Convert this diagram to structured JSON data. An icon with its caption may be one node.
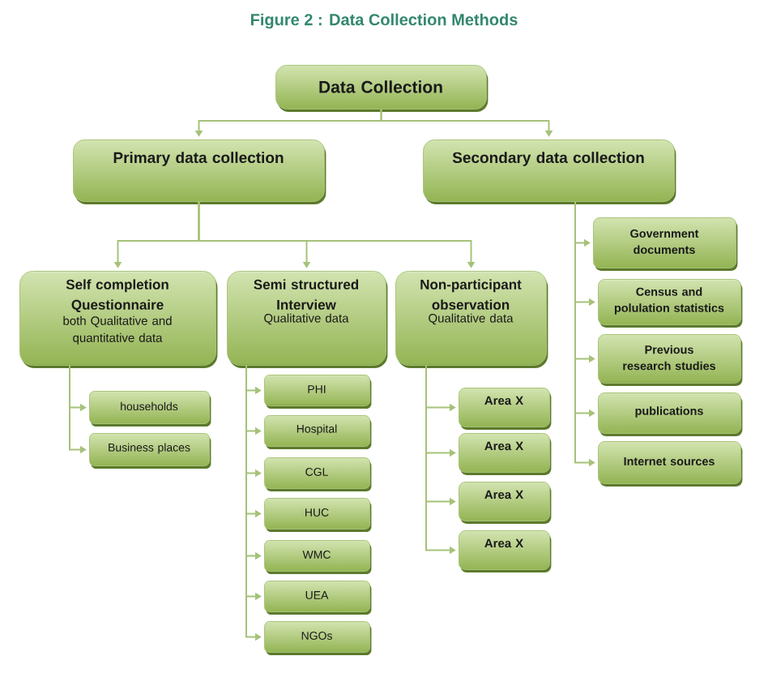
{
  "diagram": {
    "title": "Figure 2 : Data Collection Methods",
    "nodes": [
      {
        "text": [
          "Data Collection"
        ]
      },
      {
        "text": [
          "Primary data collection"
        ]
      },
      {
        "text": [
          "Secondary data collection"
        ]
      },
      {
        "text": [
          "Self completion Questionnaire",
          "both Qualitative and quantitative data"
        ]
      },
      {
        "text": [
          "Semi structured Interview",
          "Qualitative data"
        ]
      },
      {
        "text": [
          "Non-participant observation",
          "Qualitative data"
        ]
      },
      {
        "text": [
          "Government documents"
        ]
      },
      {
        "text": [
          "Census and polulation statistics"
        ]
      },
      {
        "text": [
          "Previous research studies"
        ]
      },
      {
        "text": [
          "publications"
        ]
      },
      {
        "text": [
          "Internet sources"
        ]
      },
      {
        "text": [
          "households"
        ]
      },
      {
        "text": [
          "Business places"
        ]
      },
      {
        "text": [
          "PHI"
        ]
      },
      {
        "text": [
          "Hospital"
        ]
      },
      {
        "text": [
          "CGL"
        ]
      },
      {
        "text": [
          "HUC"
        ]
      },
      {
        "text": [
          "WMC"
        ]
      },
      {
        "text": [
          "UEA"
        ]
      },
      {
        "text": [
          "NGOs"
        ]
      },
      {
        "text": [
          "Area X"
        ]
      },
      {
        "text": [
          "Area X"
        ]
      },
      {
        "text": [
          "Area X"
        ]
      },
      {
        "text": [
          "Area X"
        ]
      }
    ],
    "edges": [
      {
        "from": 0,
        "to": 1,
        "arrow": "to"
      },
      {
        "from": 0,
        "to": 2,
        "arrow": "to"
      },
      {
        "from": 1,
        "to": 3,
        "arrow": "to"
      },
      {
        "from": 1,
        "to": 4,
        "arrow": "to"
      },
      {
        "from": 1,
        "to": 5,
        "arrow": "to"
      },
      {
        "from": 2,
        "to": 6,
        "arrow": "to"
      },
      {
        "from": 2,
        "to": 7,
        "arrow": "to"
      },
      {
        "from": 2,
        "to": 8,
        "arrow": "to"
      },
      {
        "from": 2,
        "to": 9,
        "arrow": "to"
      },
      {
        "from": 2,
        "to": 10,
        "arrow": "to"
      },
      {
        "from": 3,
        "to": 11,
        "arrow": "to"
      },
      {
        "from": 3,
        "to": 12,
        "arrow": "to"
      },
      {
        "from": 4,
        "to": 13,
        "arrow": "to"
      },
      {
        "from": 4,
        "to": 14,
        "arrow": "to"
      },
      {
        "from": 4,
        "to": 15,
        "arrow": "to"
      },
      {
        "from": 4,
        "to": 16,
        "arrow": "to"
      },
      {
        "from": 4,
        "to": 17,
        "arrow": "to"
      },
      {
        "from": 4,
        "to": 18,
        "arrow": "to"
      },
      {
        "from": 4,
        "to": 19,
        "arrow": "to"
      },
      {
        "from": 5,
        "to": 20,
        "arrow": "to"
      },
      {
        "from": 5,
        "to": 21,
        "arrow": "to"
      },
      {
        "from": 5,
        "to": 22,
        "arrow": "to"
      },
      {
        "from": 5,
        "to": 23,
        "arrow": "to"
      }
    ]
  }
}
